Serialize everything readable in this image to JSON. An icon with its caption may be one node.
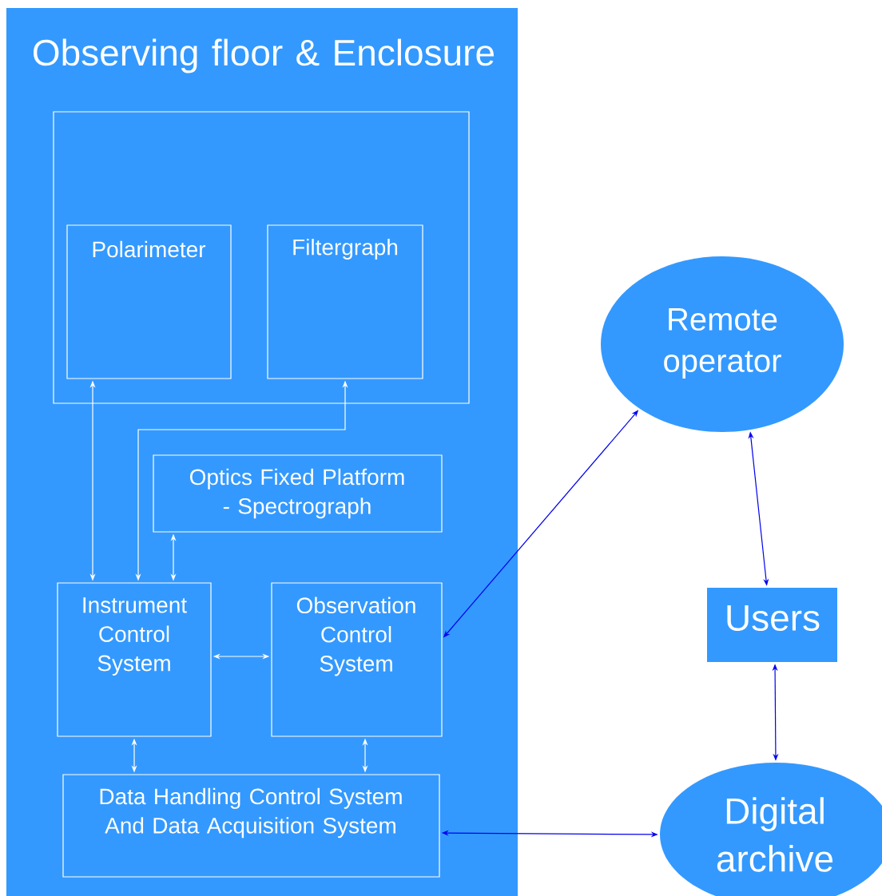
{
  "diagram": {
    "nodes": [
      {
        "text": [
          "Observing floor & Enclosure"
        ]
      },
      {
        "text": [],
        "shape": "box",
        "in": 0
      },
      {
        "text": [
          "Polarimeter"
        ],
        "in": 1
      },
      {
        "text": [
          "Filtergraph"
        ],
        "in": 1
      },
      {
        "text": [
          "Optics Fixed Platform - Spectrograph"
        ],
        "in": 0
      },
      {
        "text": [
          "Instrument Control System"
        ],
        "in": 0
      },
      {
        "text": [
          "Observation Control System"
        ],
        "in": 0
      },
      {
        "text": [
          "Data Handling Control System And Data Acquisition System"
        ],
        "in": 0
      },
      {
        "text": [
          "Remote operator"
        ]
      },
      {
        "text": [
          "Users"
        ]
      },
      {
        "text": [
          "Digital archive"
        ]
      }
    ],
    "edges": [
      {
        "from": 2,
        "to": 5,
        "arrow": "both"
      },
      {
        "from": 3,
        "to": 5,
        "arrow": "both"
      },
      {
        "from": 4,
        "to": 5,
        "arrow": "both"
      },
      {
        "from": 5,
        "to": 6,
        "arrow": "both"
      },
      {
        "from": 5,
        "to": 7,
        "arrow": "both"
      },
      {
        "from": 6,
        "to": 7,
        "arrow": "both"
      },
      {
        "from": 6,
        "to": 8,
        "arrow": "both",
        "color": "#0000ee"
      },
      {
        "from": 8,
        "to": 9,
        "arrow": "both",
        "color": "#0000ee"
      },
      {
        "from": 9,
        "to": 10,
        "arrow": "both",
        "color": "#0000ee"
      },
      {
        "from": 7,
        "to": 10,
        "arrow": "both",
        "color": "#0000ee"
      }
    ]
  }
}
